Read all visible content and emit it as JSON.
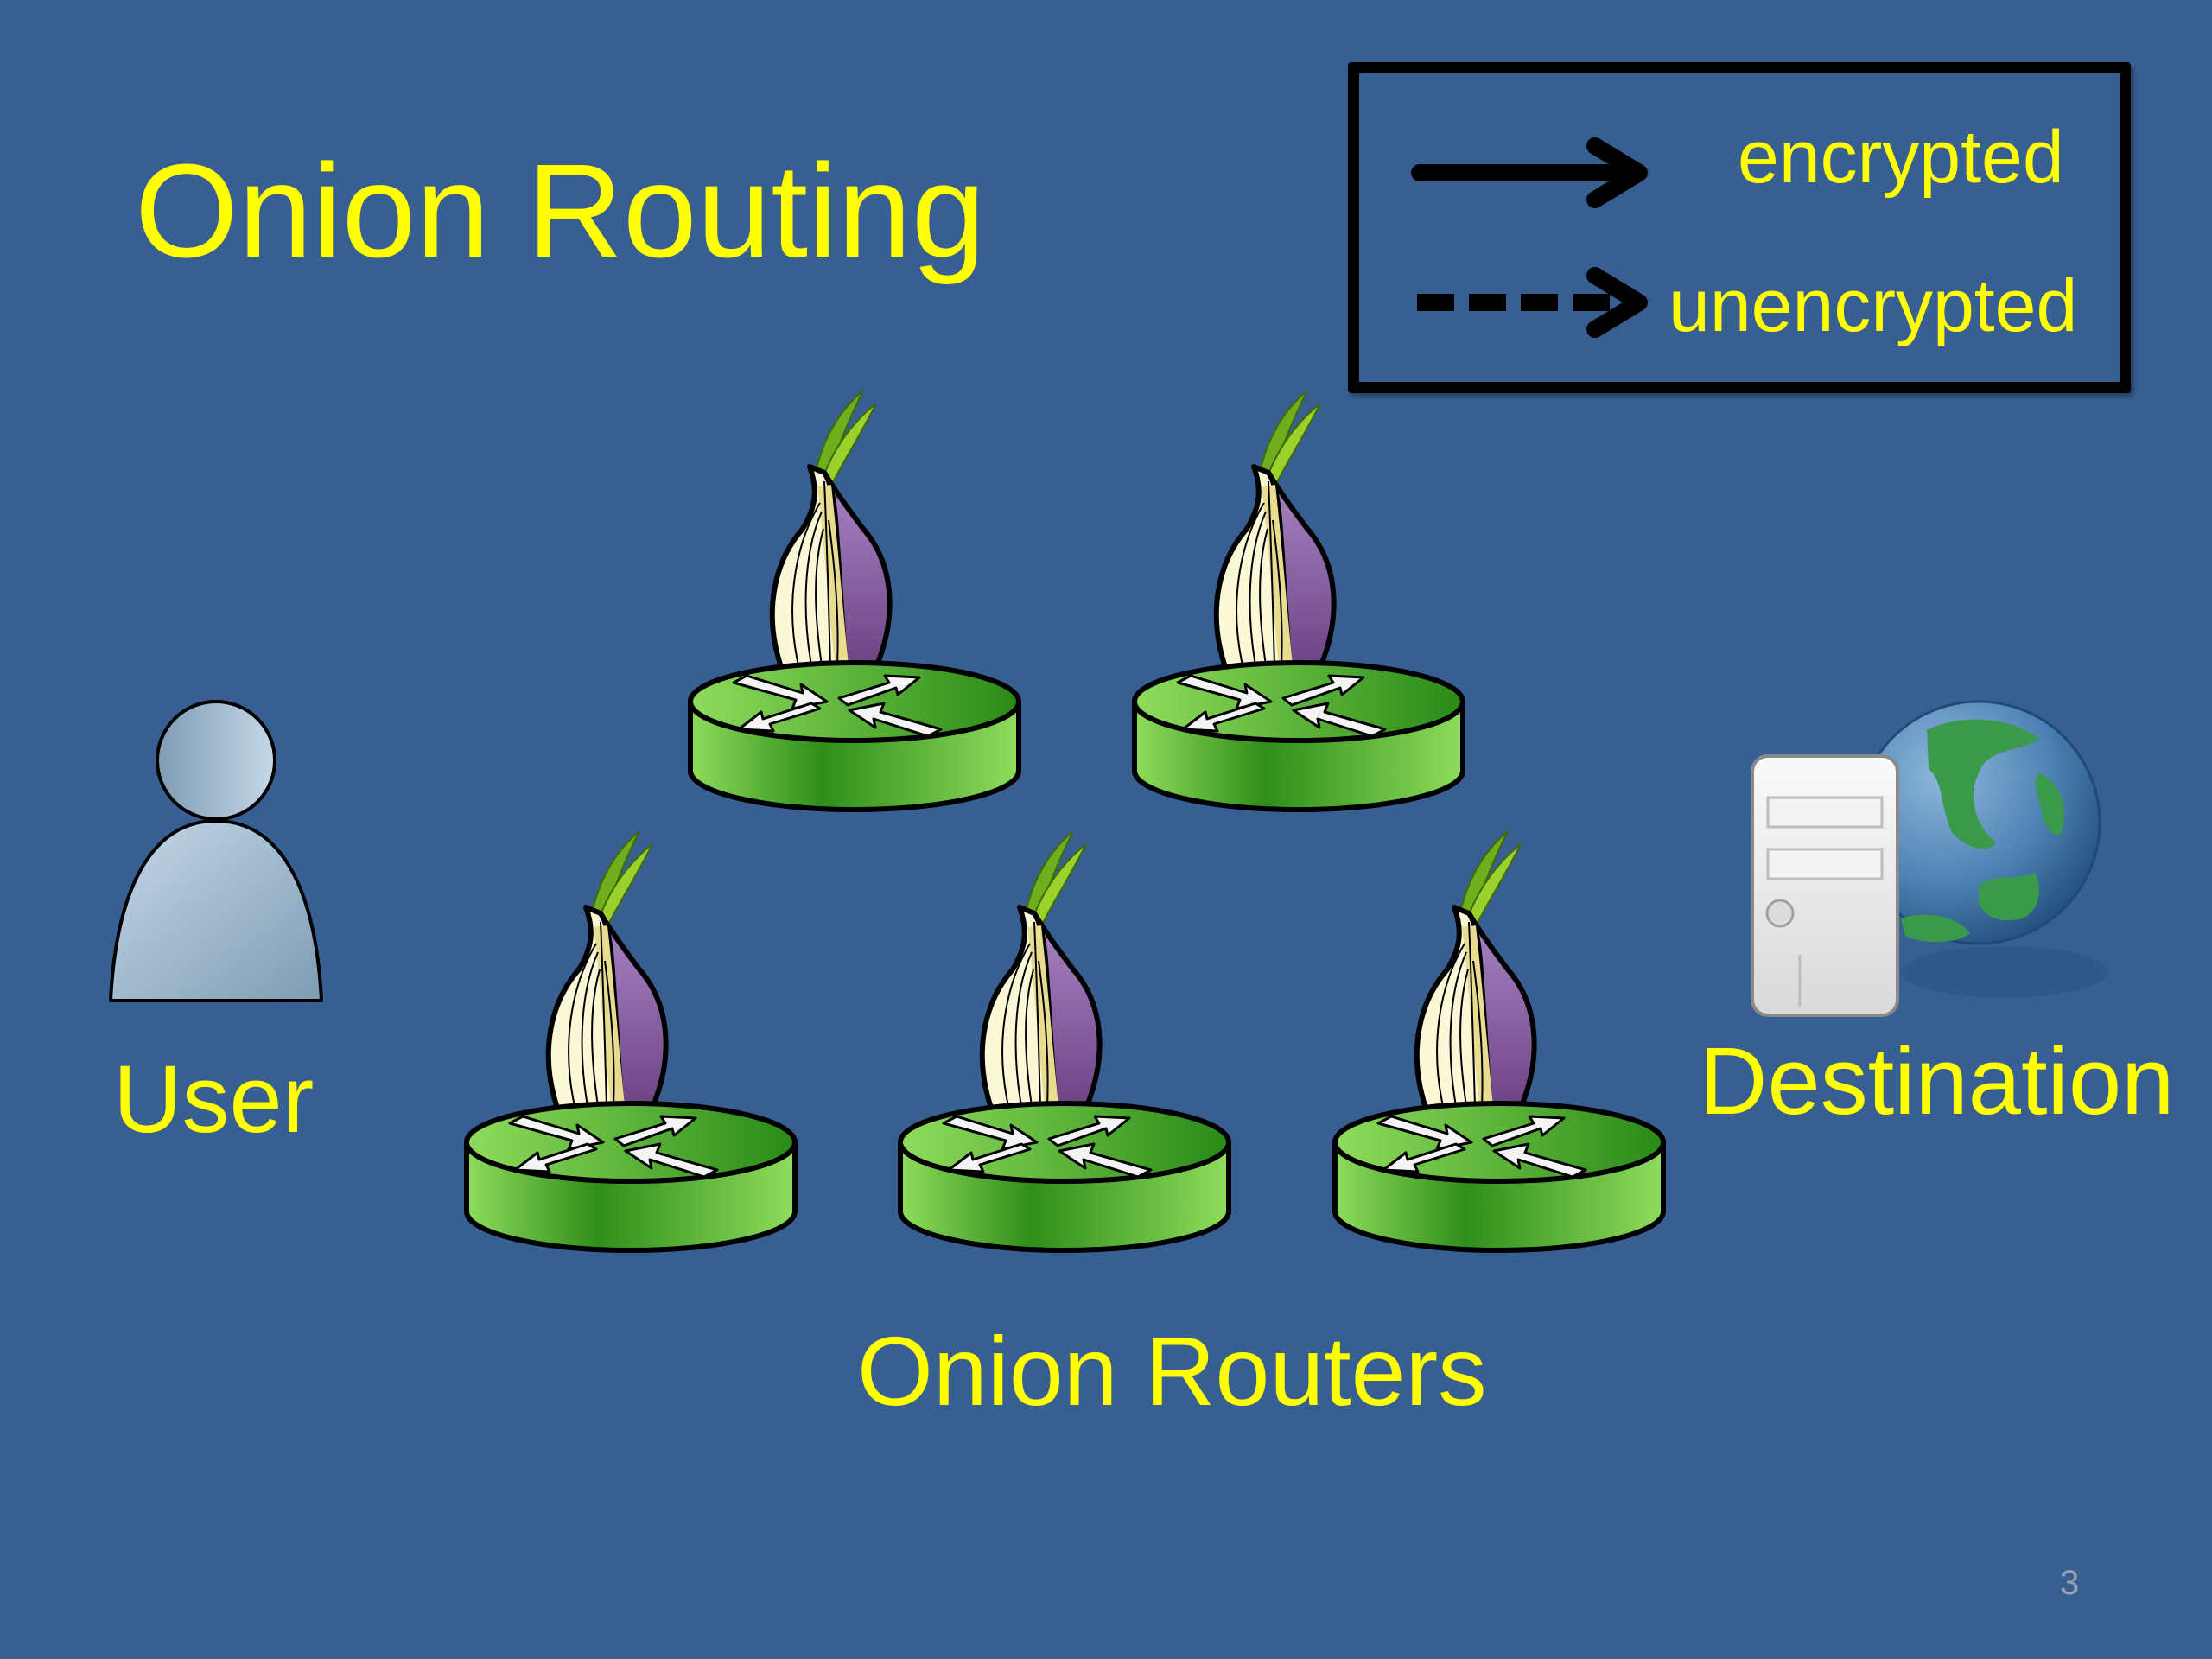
{
  "slide": {
    "title": "Onion Routing",
    "page_number": "3",
    "background_color": "#385f91",
    "text_color": "#ffff00"
  },
  "legend": {
    "items": [
      {
        "label": "encrypted",
        "line_style": "solid",
        "icon": "solid-arrow-icon"
      },
      {
        "label": "unencrypted",
        "line_style": "dashed",
        "icon": "dashed-arrow-icon"
      }
    ]
  },
  "nodes": {
    "user": {
      "label": "User",
      "icon": "person-icon"
    },
    "destination": {
      "label": "Destination",
      "icon": "server-globe-icon"
    },
    "routers": {
      "label": "Onion Routers",
      "icon": "onion-router-icon",
      "count": 5,
      "rows": [
        [
          "router-1",
          "router-2"
        ],
        [
          "router-3",
          "router-4",
          "router-5"
        ]
      ]
    }
  },
  "colors": {
    "router_green": "#3fa52a",
    "onion_purple": "#8a5a9e",
    "onion_cream": "#fbf8d8",
    "leaf_green": "#7cbf1f",
    "person_fill": "#a9c1d6",
    "globe_ocean": "#4f86b8",
    "globe_land": "#3a9a4a",
    "server_fill": "#efefef"
  }
}
